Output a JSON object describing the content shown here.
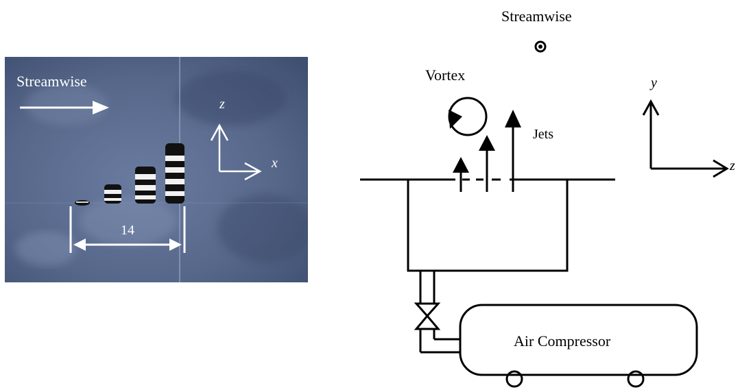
{
  "photo": {
    "streamwise_label": "Streamwise",
    "axis_z": "z",
    "axis_x": "x",
    "dimension_value": "14"
  },
  "schematic": {
    "streamwise_label": "Streamwise",
    "vortex_label": "Vortex",
    "jets_label": "Jets",
    "axis_y": "y",
    "axis_z": "z",
    "compressor_label": "Air Compressor"
  },
  "colors": {
    "photo_background": "#5a6b8c",
    "line": "#000000",
    "photo_annotation": "#ffffff"
  }
}
